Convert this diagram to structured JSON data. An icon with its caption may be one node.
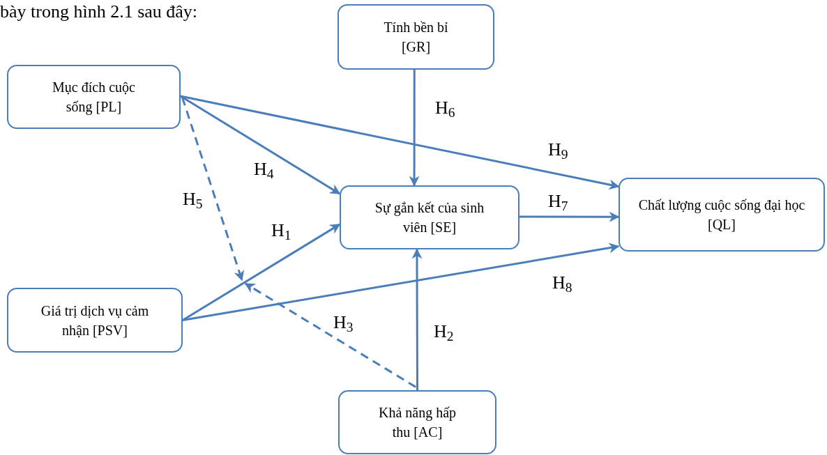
{
  "diagram": {
    "nodes": [
      {
        "text": [
          "Tính bền bỉ [GR]"
        ]
      },
      {
        "text": [
          "Mục đích cuộc sống [PL]"
        ]
      },
      {
        "text": [
          "Sự gắn kết của sinh viên [SE]"
        ]
      },
      {
        "text": [
          "Chất lượng cuộc sống đại học [QL]"
        ]
      },
      {
        "text": [
          "Giá trị dịch vụ cảm nhận [PSV]"
        ]
      },
      {
        "text": [
          "Khả năng hấp thu [AC]"
        ]
      }
    ],
    "edges": [
      {
        "from": 0,
        "to": 2,
        "arrow": "to",
        "label": "H$_{6}$"
      },
      {
        "from": 1,
        "to": 2,
        "arrow": "to",
        "label": "H$_{4}$"
      },
      {
        "from": 1,
        "to": 3,
        "arrow": "to",
        "label": "H$_{9}$"
      },
      {
        "from": 4,
        "to": 2,
        "arrow": "to",
        "label": "H$_{1}$"
      },
      {
        "from": 2,
        "to": 3,
        "arrow": "to",
        "label": "H$_{7}$"
      },
      {
        "from": 4,
        "to": 3,
        "arrow": "to",
        "label": "H$_{8}$"
      },
      {
        "from": 5,
        "to": 2,
        "arrow": "to",
        "label": "H$_{2}$"
      },
      {
        "from": 1,
        "to": null,
        "arrow": "to",
        "label": "H$_{5}$",
        "style": "dashed"
      },
      {
        "from": 5,
        "to": null,
        "arrow": "to",
        "label": "H$_{3}$",
        "style": "dashed"
      }
    ],
    "labels": [
      "bày trong hình 2.1 sau đây:"
    ]
  }
}
